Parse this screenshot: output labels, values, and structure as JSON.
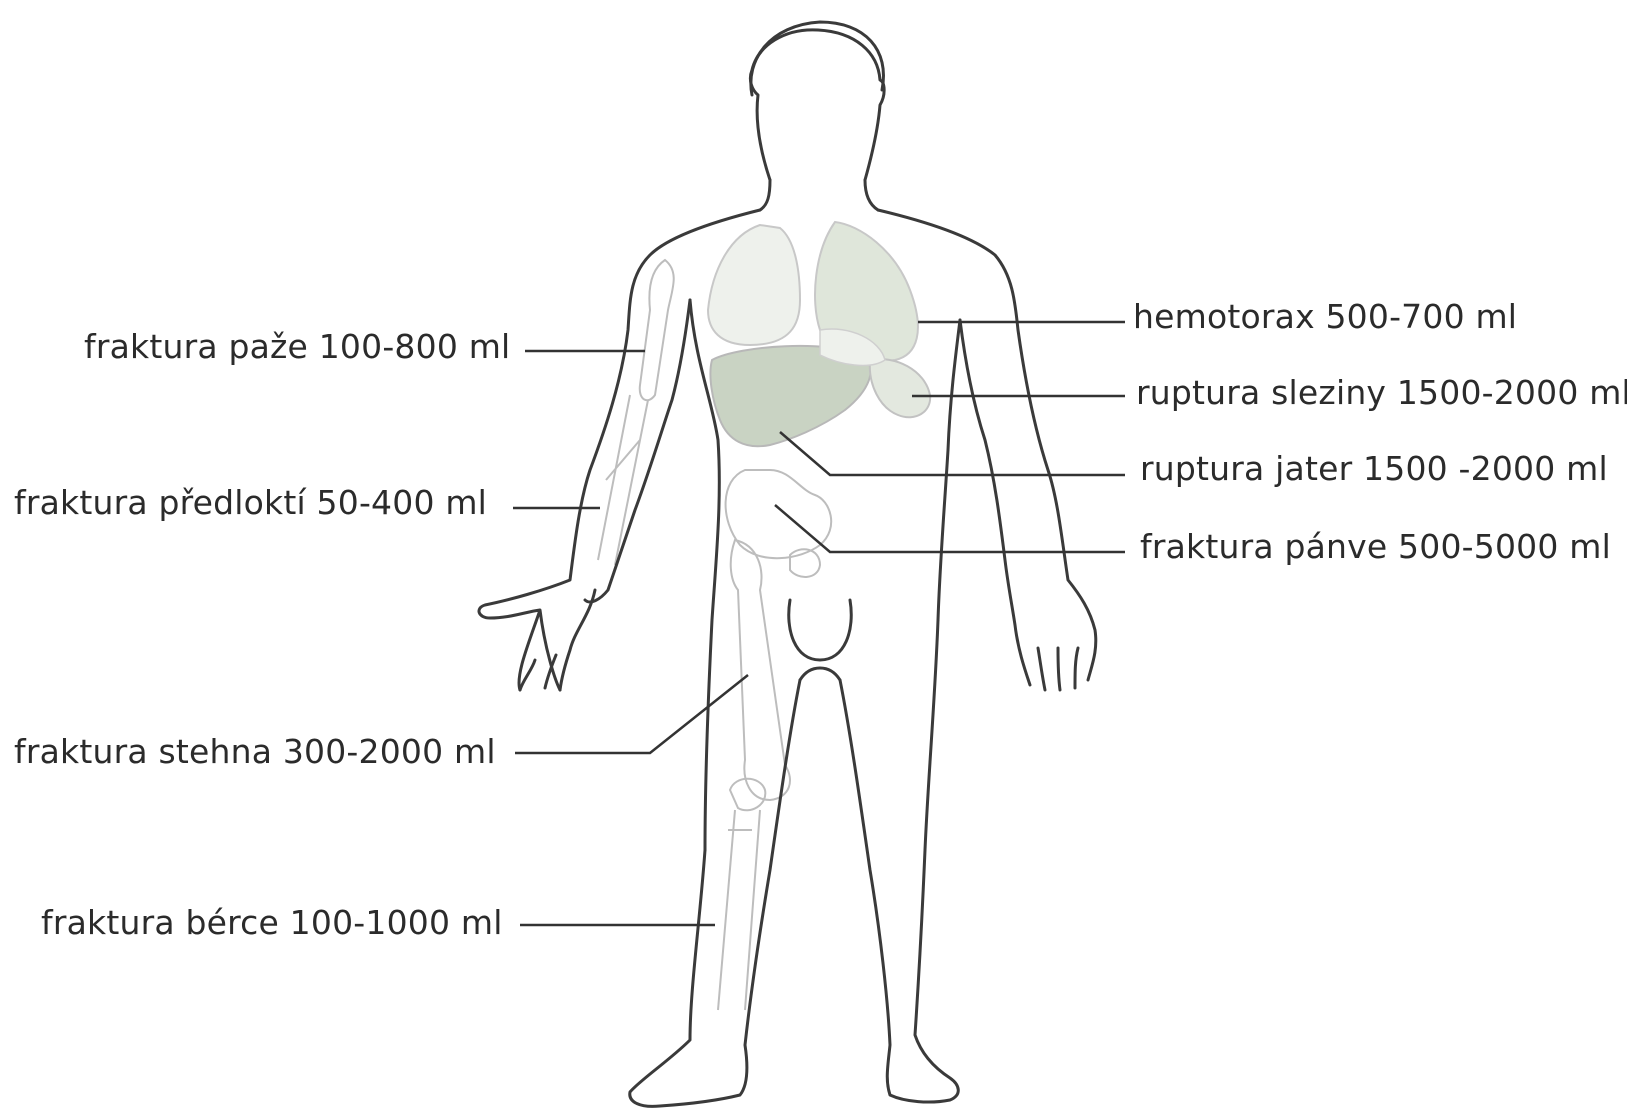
{
  "labels": {
    "arm": "fraktura paže 100-800 ml",
    "forearm": "fraktura předloktí 50-400 ml",
    "femur": "fraktura stehna 300-2000 ml",
    "tibia": "fraktura bérce 100-1000 ml",
    "hemothorax": "hemotorax  500-700 ml",
    "spleen": "ruptura sleziny 1500-2000 ml",
    "liver": "ruptura jater 1500 -2000 ml",
    "pelvis": "fraktura pánve 500-5000 ml"
  },
  "colors": {
    "outline": "#3a3a3a",
    "bone_outline": "#bdbdbd",
    "organ_shade": "#c9d3c3",
    "leader_line": "#333333",
    "text": "#2b2b2b"
  }
}
